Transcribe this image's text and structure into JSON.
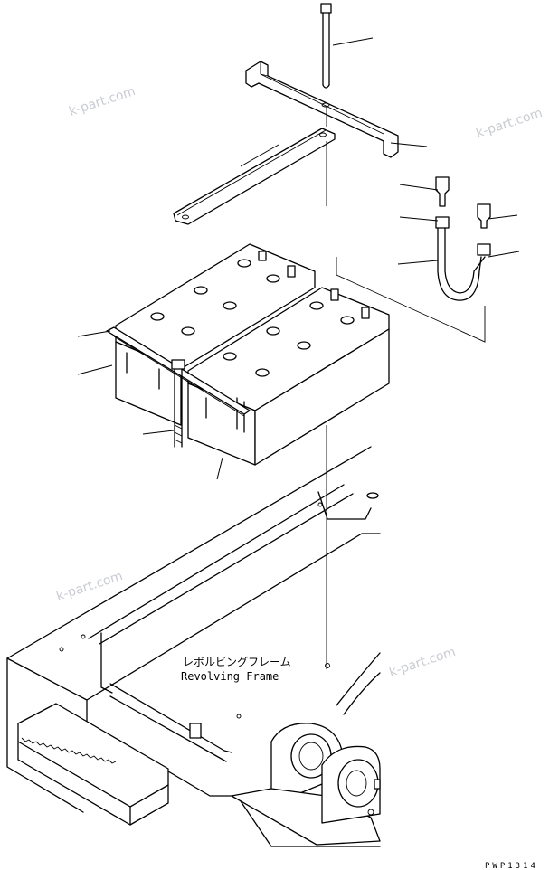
{
  "watermark": "k-part.com",
  "frame_label_jp": "レボルビングフレーム",
  "frame_label_en": "Revolving Frame",
  "drawing_code": "PWP1314",
  "colors": {
    "line": "#000000",
    "watermark": "#c9ccd3",
    "background": "#ffffff"
  }
}
